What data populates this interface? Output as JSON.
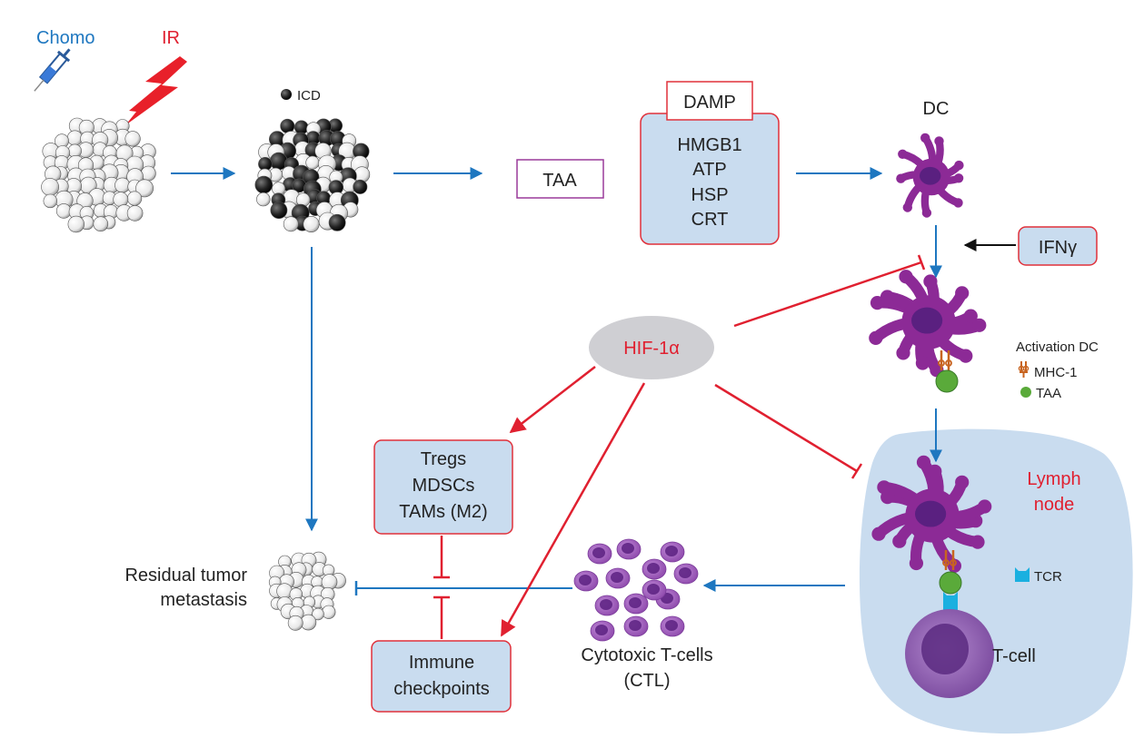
{
  "labels": {
    "chemo": "Chomo",
    "ir": "IR",
    "icd_legend": "ICD",
    "taa_box": "TAA",
    "damp_title": "DAMP",
    "damp_items": [
      "HMGB1",
      "ATP",
      "HSP",
      "CRT"
    ],
    "dc": "DC",
    "ifn": "IFNγ",
    "hif": "HIF-1α",
    "activation_dc": "Activation DC",
    "mhc1": "MHC-1",
    "taa_legend": "TAA",
    "lymph_node": [
      "Lymph",
      "node"
    ],
    "tcr": "TCR",
    "tcell": "T-cell",
    "suppressors": [
      "Tregs",
      "MDSCs",
      "TAMs (M2)"
    ],
    "checkpoints": [
      "Immune",
      "checkpoints"
    ],
    "ctl": [
      "Cytotoxic T-cells",
      "(CTL)"
    ],
    "residual": [
      "Residual tumor",
      "metastasis"
    ]
  },
  "colors": {
    "blue_arrow": "#1e77c0",
    "red_inhibit": "#e02030",
    "box_fill": "#c9dcef",
    "box_border": "#e0303a",
    "taa_border": "#9a3a9a",
    "dc_purple": "#8c2a96",
    "dc_nucleus": "#5a2080",
    "lymph_fill": "#c9dcef",
    "hif_fill": "#cfcfd3",
    "chemo_text": "#1e77c0",
    "ir_text": "#e02030",
    "lymph_text": "#e02030",
    "tcr_cyan": "#1ab0e0",
    "mhc_orange": "#c86420",
    "taa_green": "#5aaa3a",
    "tcell_purple": "#8a5aaa",
    "ctl_purple": "#9a5ab8",
    "lightning_red": "#e8202a"
  }
}
